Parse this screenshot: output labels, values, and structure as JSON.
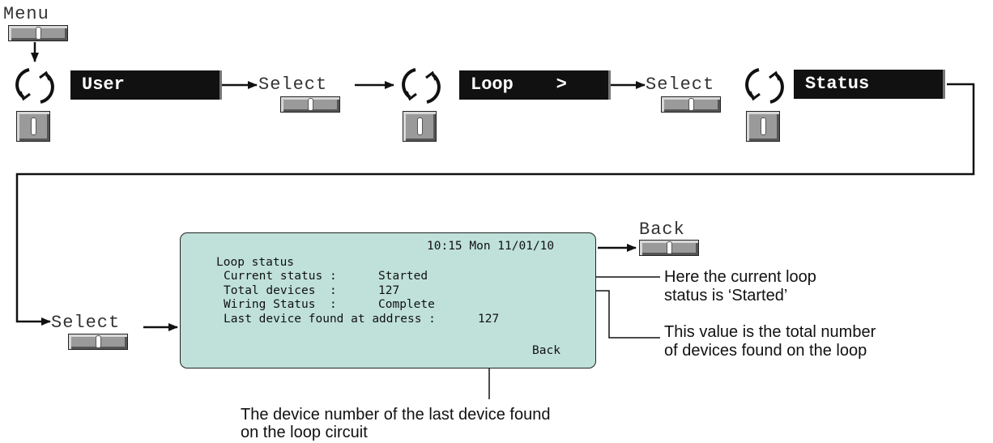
{
  "top_flow": {
    "menu_label": "Menu",
    "user_box": "User",
    "select_1": "Select",
    "loop_box": "Loop    >",
    "select_2": "Select",
    "status_box": "Status"
  },
  "bottom_flow": {
    "select_label": "Select",
    "back_label": "Back"
  },
  "lcd": {
    "clock": "10:15 Mon 11/01/10",
    "title": "Loop status",
    "current_status_label": "Current status :",
    "current_status_value": "Started",
    "total_devices_label": "Total devices  :",
    "total_devices_value": "127",
    "wiring_status_label": "Wiring Status  :",
    "wiring_status_value": "Complete",
    "last_device_label": "Last device found at address :",
    "last_device_value": "127",
    "back_softkey": "Back"
  },
  "annotations": {
    "status_line1": "Here the current loop",
    "status_line2": "status is ‘Started’",
    "total_line1": "This value is the total number",
    "total_line2": "of devices found on the loop",
    "last_line1": "The device number of the last device found",
    "last_line2": "on the loop circuit"
  }
}
